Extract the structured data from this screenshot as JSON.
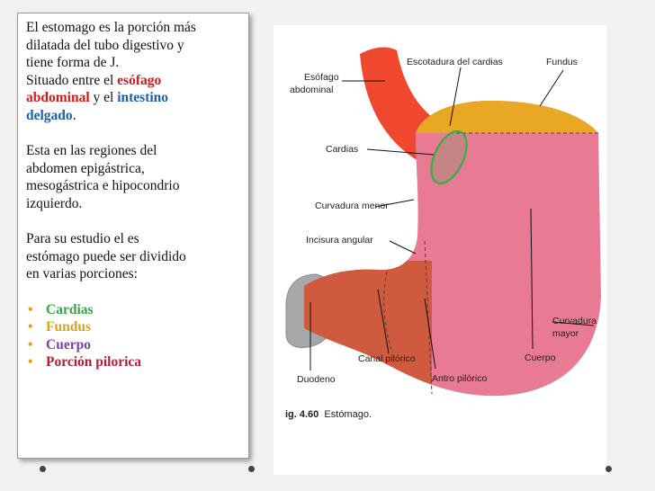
{
  "paragraph1": {
    "line1": "El estomago es la porción más",
    "line2": "dilatada del tubo digestivo y",
    "line3": "tiene forma de J.",
    "line4_pre": "Situado entre el ",
    "line4_red": "esófago",
    "line5_red": "abdominal",
    "line5_mid": " y el ",
    "line5_blue": "intestino",
    "line6_blue": "delgado",
    "line6_post": "."
  },
  "paragraph2": {
    "line1": "Esta en las regiones del",
    "line2": "abdomen epigástrica,",
    "line3": "mesogástrica e hipocondrio",
    "line4": "izquierdo."
  },
  "paragraph3": {
    "line1": "Para su estudio el es",
    "line2": "estómago puede ser dividido",
    "line3": "en  varias porciones:"
  },
  "bullets": [
    {
      "label": "Cardias",
      "color": "#3aa34a"
    },
    {
      "label": "Fundus",
      "color": "#d9a21a"
    },
    {
      "label": "Cuerpo",
      "color": "#7a3fb0"
    },
    {
      "label": "Porción pilorica",
      "color": "#b0203a"
    }
  ],
  "bullet_symbol": "•",
  "diagram_labels": {
    "esofago_1": "Esófago",
    "esofago_2": "abdominal",
    "escotadura": "Escotadura del cardias",
    "fundus": "Fundus",
    "cardias": "Cardias",
    "curvadura_menor": "Curvadura menor",
    "incisura": "Incisura angular",
    "curvadura_mayor_1": "Curvadura",
    "curvadura_mayor_2": "mayor",
    "cuerpo": "Cuerpo",
    "duodeno": "Duodeno",
    "canal_pilorico": "Canal pilórico",
    "antro_pilorico": "Antro pilórico"
  },
  "caption": {
    "fig": "ig. 4.60",
    "text": "Estómago."
  },
  "colors": {
    "esophagus": "#f0482f",
    "fundus": "#e8a823",
    "body": "#e87a93",
    "pylorus": "#cf5a3e",
    "duodenum": "#a7a8aa",
    "cardias_outline": "#32b04a"
  }
}
